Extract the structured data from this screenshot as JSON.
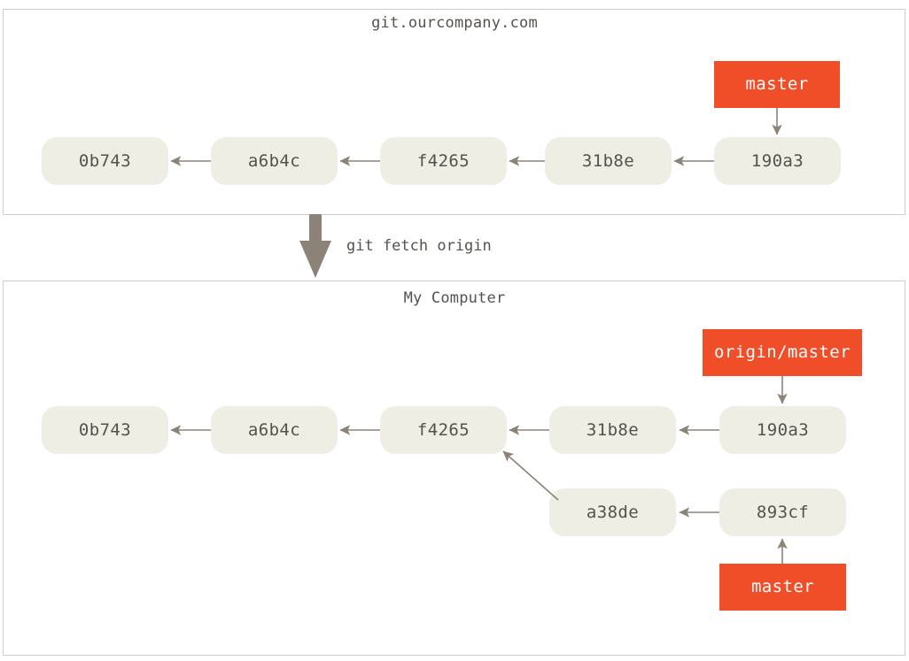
{
  "figure": {
    "kind": "git-history-diagram",
    "colors": {
      "ref_label_bg": "#f04e28",
      "ref_label_text": "#ffffff",
      "commit_bg": "#efeee5",
      "commit_text": "#55524d",
      "arrow": "#8b8378",
      "panel_border": "#cfcfcf",
      "title_text": "#56524e",
      "background": "#ffffff"
    }
  },
  "remote_panel": {
    "title": "git.ourcompany.com",
    "commits": [
      {
        "id": "0b743"
      },
      {
        "id": "a6b4c"
      },
      {
        "id": "f4265"
      },
      {
        "id": "31b8e"
      },
      {
        "id": "190a3"
      }
    ],
    "refs": [
      {
        "name": "master",
        "points_to": "190a3"
      }
    ]
  },
  "transition": {
    "command": "git fetch origin",
    "direction": "down",
    "from": "git.ourcompany.com",
    "to": "My Computer"
  },
  "local_panel": {
    "title": "My Computer",
    "upper_commits": [
      {
        "id": "0b743"
      },
      {
        "id": "a6b4c"
      },
      {
        "id": "f4265"
      },
      {
        "id": "31b8e"
      },
      {
        "id": "190a3"
      }
    ],
    "lower_commits": [
      {
        "id": "a38de"
      },
      {
        "id": "893cf"
      }
    ],
    "refs": [
      {
        "name": "origin/master",
        "points_to": "190a3"
      },
      {
        "name": "master",
        "points_to": "893cf"
      }
    ]
  }
}
